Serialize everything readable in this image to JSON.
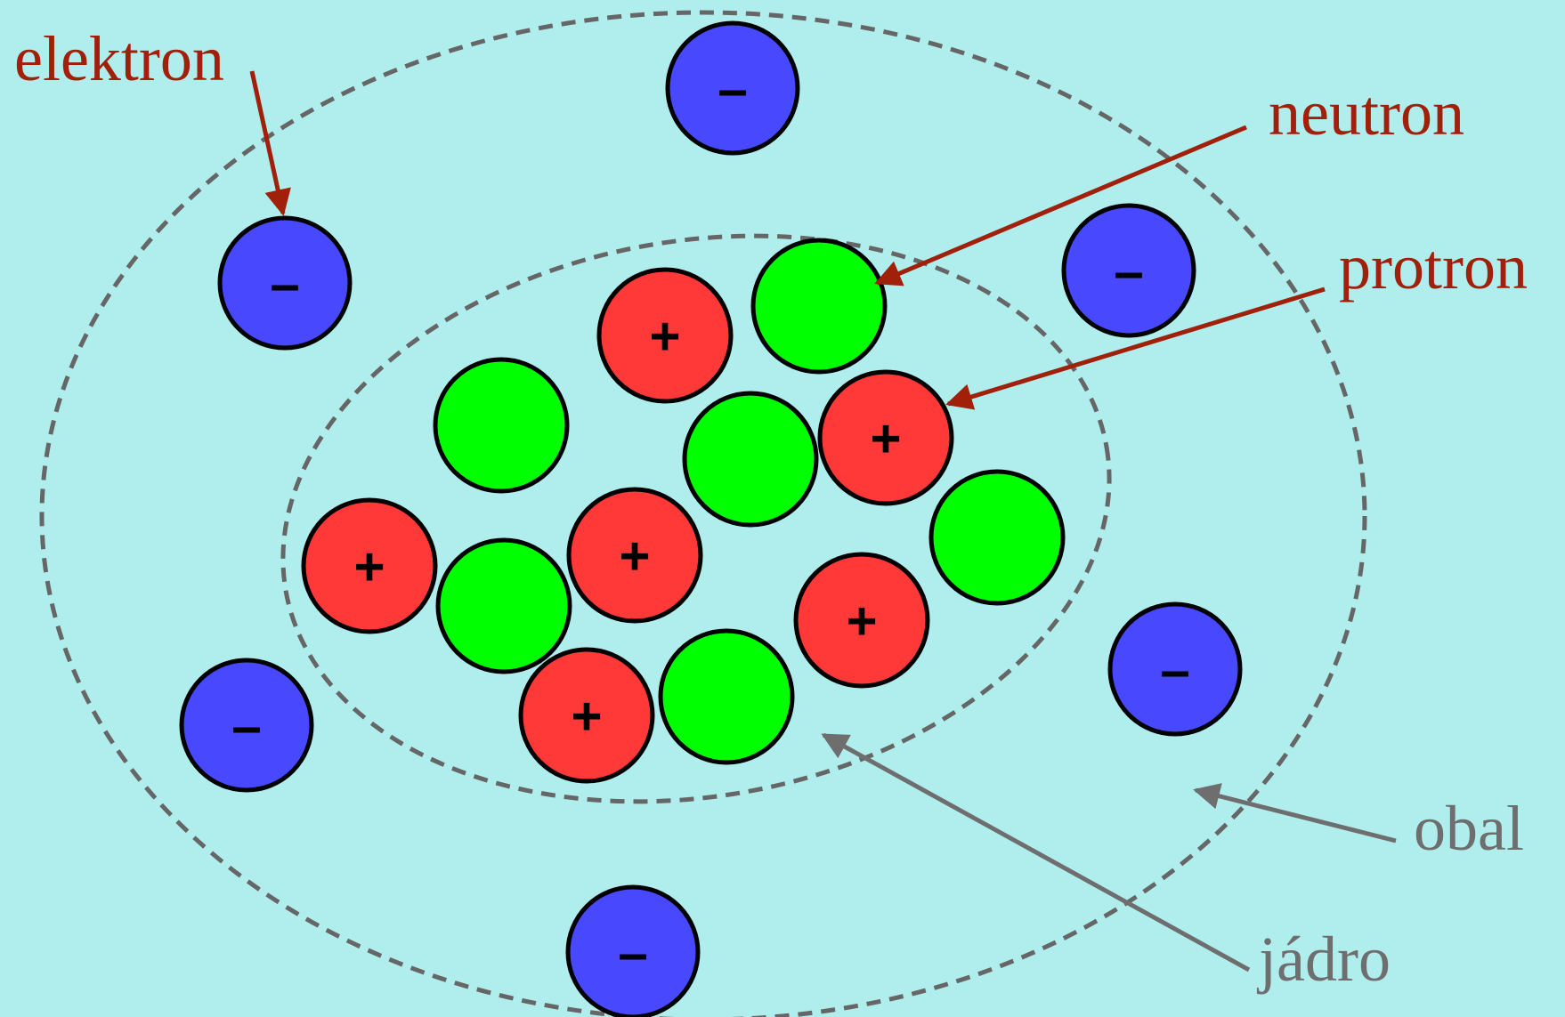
{
  "colors": {
    "background": "#B0EEEE",
    "electron": "#4848FF",
    "proton": "#FF3838",
    "neutron": "#00FF00",
    "label_red": "#A0200A",
    "label_gray": "#6E6E6E",
    "dashed_line": "#666666"
  },
  "labels": {
    "elektron": "elektron",
    "neutron": "neutron",
    "protron": "protron",
    "obal": "obal",
    "jadro": "jádro"
  },
  "signs": {
    "electron": "–",
    "proton": "+"
  }
}
